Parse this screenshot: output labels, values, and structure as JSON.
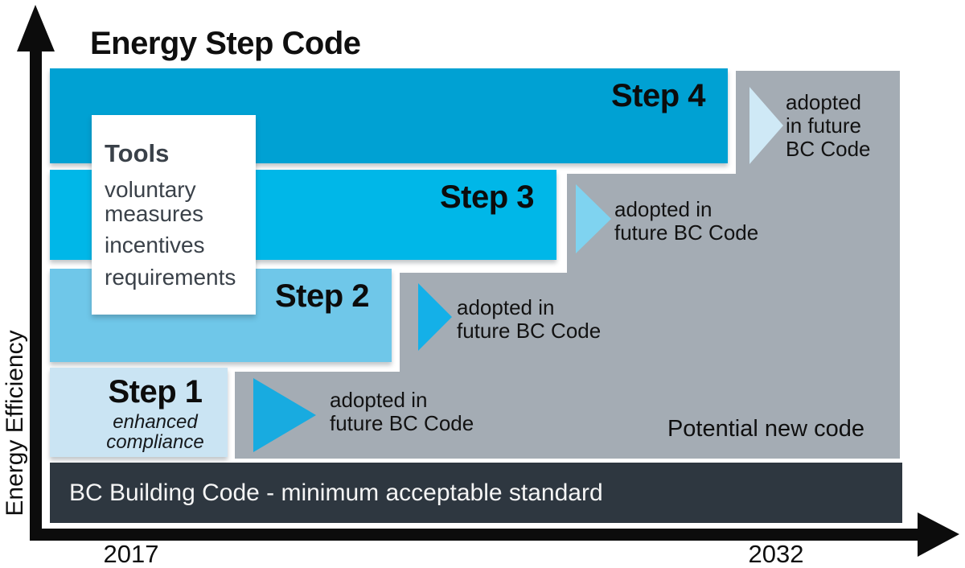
{
  "title": "Energy Step Code",
  "y_axis": {
    "label": "Energy Efficiency"
  },
  "x_axis": {
    "left_tick": "2017",
    "right_tick": "2032"
  },
  "tools_box": {
    "title": "Tools",
    "items": [
      "voluntary measures",
      "incentives",
      "requirements"
    ]
  },
  "steps": [
    {
      "label": "Step 1",
      "sublabel": "enhanced compliance",
      "bar_color": "#cae4f3",
      "arrow_color": "#18abe0",
      "note_line1": "adopted in",
      "note_line2": "future BC Code"
    },
    {
      "label": "Step 2",
      "bar_color": "#6fc7e9",
      "arrow_color": "#14b0e8",
      "note_line1": "adopted in",
      "note_line2": "future BC Code"
    },
    {
      "label": "Step 3",
      "bar_color": "#00b7e8",
      "arrow_color": "#7fd3f0",
      "note_line1": "adopted in",
      "note_line2": "future BC Code"
    },
    {
      "label": "Step 4",
      "bar_color": "#00a1d3",
      "arrow_color": "#cfe9f6",
      "note_line1": "adopted",
      "note_line2": "in future",
      "note_line3": "BC Code"
    }
  ],
  "region": {
    "label": "Potential new code",
    "color": "#a4acb4"
  },
  "baseline": {
    "label": "BC Building Code - minimum acceptable standard",
    "color": "#2e3740"
  },
  "axes_color": "#0c0c0c"
}
